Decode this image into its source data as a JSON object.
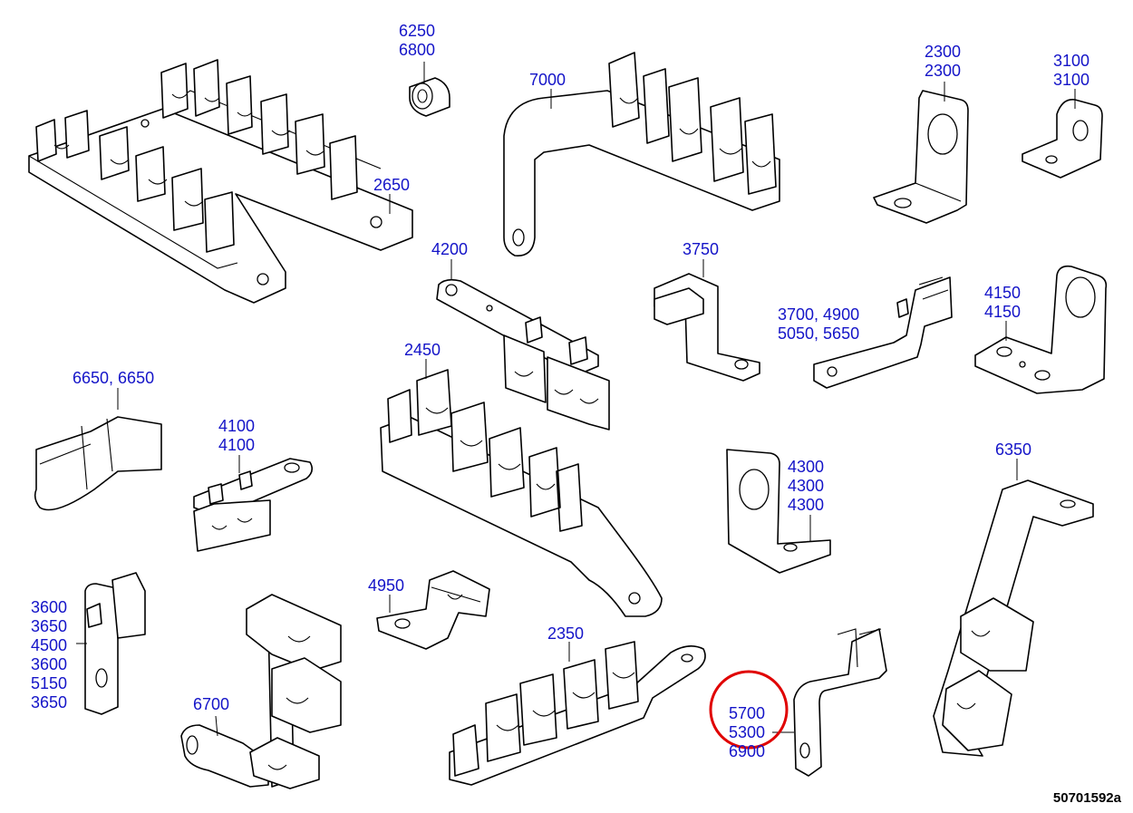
{
  "callouts": [
    {
      "id": "c6250",
      "lines": [
        "6250",
        "6800"
      ]
    },
    {
      "id": "c7000",
      "lines": [
        "7000"
      ]
    },
    {
      "id": "c2300",
      "lines": [
        "2300",
        "2300"
      ]
    },
    {
      "id": "c3100",
      "lines": [
        "3100",
        "3100"
      ]
    },
    {
      "id": "c2650",
      "lines": [
        "2650"
      ]
    },
    {
      "id": "c4200",
      "lines": [
        "4200"
      ]
    },
    {
      "id": "c3750",
      "lines": [
        "3750"
      ]
    },
    {
      "id": "c3700",
      "lines": [
        "3700, 4900",
        "5050, 5650"
      ]
    },
    {
      "id": "c4150",
      "lines": [
        "4150",
        "4150"
      ]
    },
    {
      "id": "c2450",
      "lines": [
        "2450"
      ]
    },
    {
      "id": "c6650",
      "lines": [
        "6650, 6650"
      ]
    },
    {
      "id": "c4100",
      "lines": [
        "4100",
        "4100"
      ]
    },
    {
      "id": "c4300",
      "lines": [
        "4300",
        "4300",
        "4300"
      ]
    },
    {
      "id": "c6350",
      "lines": [
        "6350"
      ]
    },
    {
      "id": "c4950",
      "lines": [
        "4950"
      ]
    },
    {
      "id": "c3600",
      "lines": [
        "3600",
        "3650",
        "4500",
        "3600",
        "5150",
        "3650"
      ]
    },
    {
      "id": "c2350",
      "lines": [
        "2350"
      ]
    },
    {
      "id": "c6700",
      "lines": [
        "6700"
      ]
    },
    {
      "id": "c5700",
      "lines": [
        "5700",
        "5300",
        "6900"
      ]
    }
  ],
  "drawing_number": "50701592a",
  "colors": {
    "callout": "#1414c8",
    "highlight": "#e00000",
    "line": "#000000"
  }
}
